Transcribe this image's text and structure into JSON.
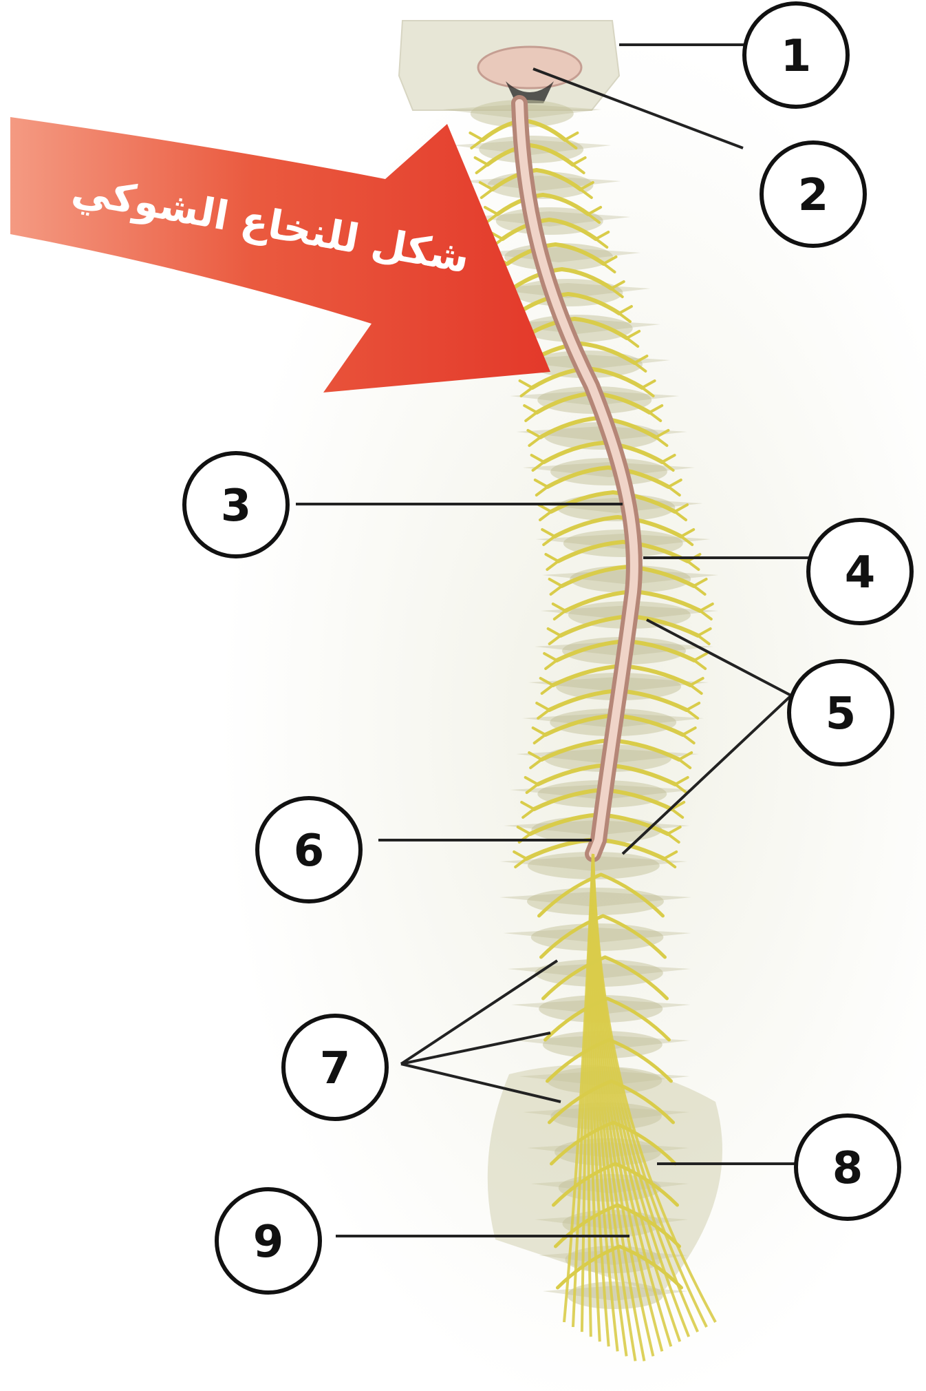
{
  "figure": {
    "arrow_title": "شكل للنخاع الشوكي",
    "colors": {
      "arrow": "#e5412f",
      "nerve": "#d9cc4a",
      "cord": "#e8b9a8",
      "bone": "#c9c7a2",
      "callout_border": "#111111"
    }
  },
  "callouts": [
    {
      "id": "1",
      "label": "1"
    },
    {
      "id": "2",
      "label": "2"
    },
    {
      "id": "3",
      "label": "3"
    },
    {
      "id": "4",
      "label": "4"
    },
    {
      "id": "5",
      "label": "5"
    },
    {
      "id": "6",
      "label": "6"
    },
    {
      "id": "7",
      "label": "7"
    },
    {
      "id": "8",
      "label": "8"
    },
    {
      "id": "9",
      "label": "9"
    }
  ]
}
